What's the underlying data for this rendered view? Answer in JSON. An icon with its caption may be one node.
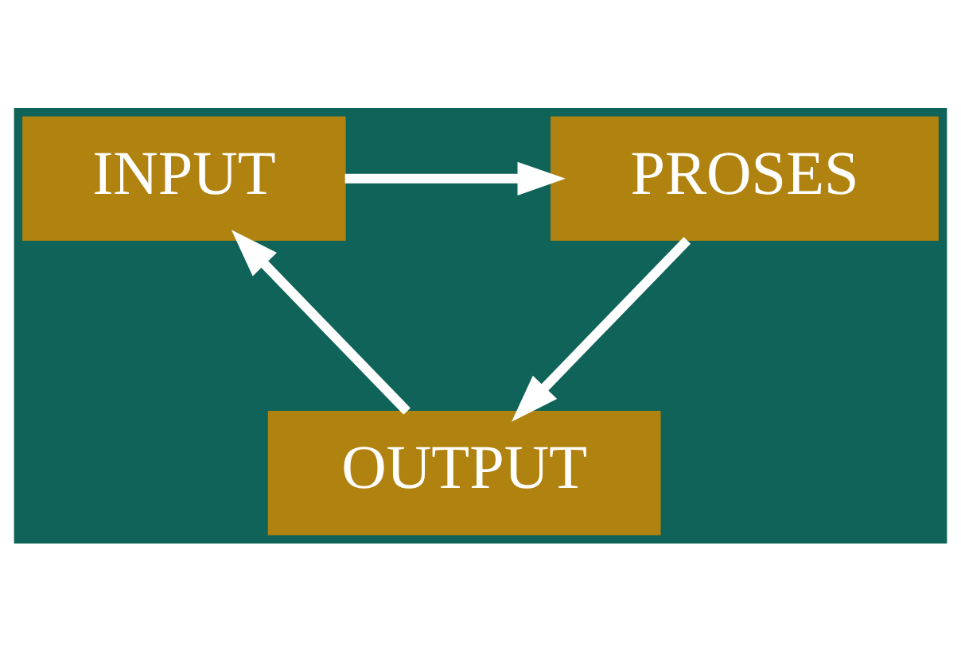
{
  "diagram": {
    "nodes": [
      {
        "text": [
          "INPUT"
        ]
      },
      {
        "text": [
          "PROSES"
        ]
      },
      {
        "text": [
          "OUTPUT"
        ]
      }
    ],
    "edges": [
      {
        "from": 0,
        "to": 1,
        "arrow": "to"
      },
      {
        "from": 1,
        "to": 2,
        "arrow": "to"
      },
      {
        "from": 2,
        "to": 0,
        "arrow": "to"
      }
    ]
  }
}
